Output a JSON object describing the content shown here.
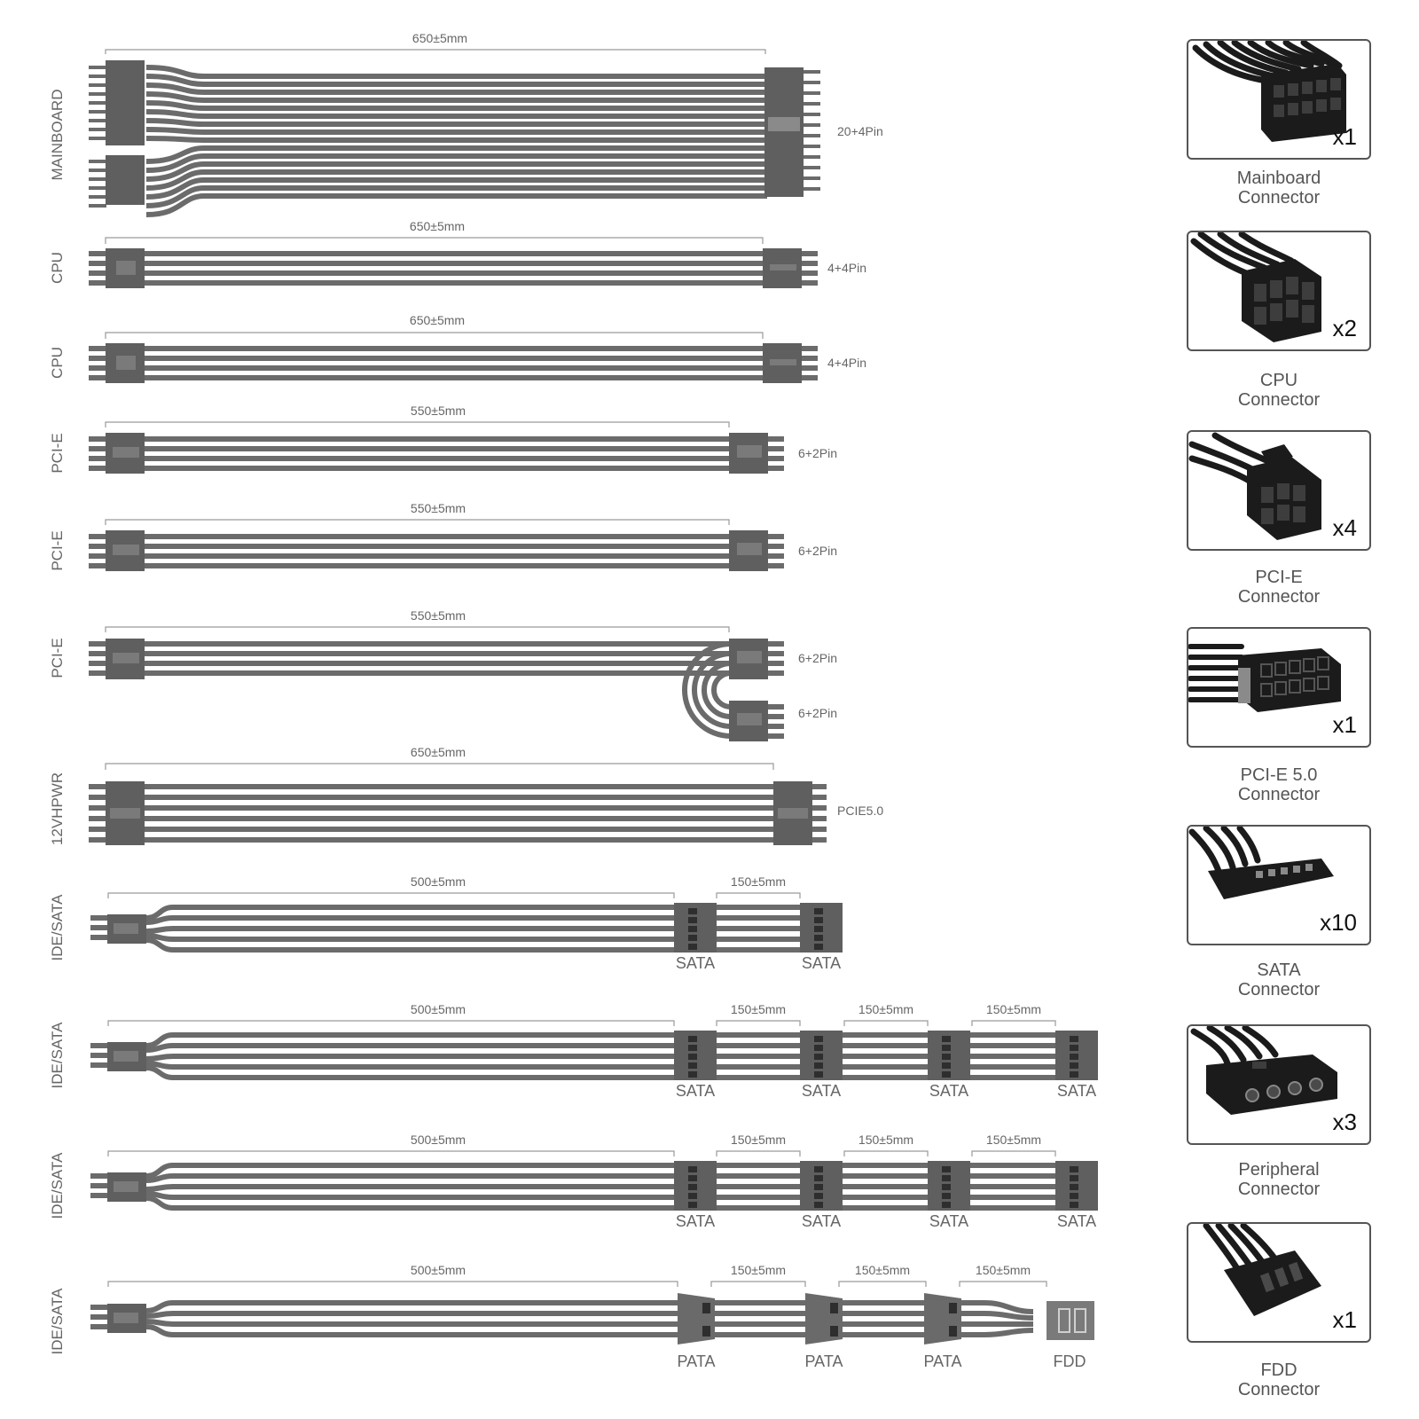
{
  "rows": [
    {
      "label": "MAINBOARD",
      "dims": [
        "650±5mm"
      ],
      "ends": [
        "20+4Pin"
      ]
    },
    {
      "label": "CPU",
      "dims": [
        "650±5mm"
      ],
      "ends": [
        "4+4Pin"
      ]
    },
    {
      "label": "CPU",
      "dims": [
        "650±5mm"
      ],
      "ends": [
        "4+4Pin"
      ]
    },
    {
      "label": "PCI-E",
      "dims": [
        "550±5mm"
      ],
      "ends": [
        "6+2Pin"
      ]
    },
    {
      "label": "PCI-E",
      "dims": [
        "550±5mm"
      ],
      "ends": [
        "6+2Pin"
      ]
    },
    {
      "label": "PCI-E",
      "dims": [
        "550±5mm"
      ],
      "ends": [
        "6+2Pin",
        "6+2Pin"
      ]
    },
    {
      "label": "12VHPWR",
      "dims": [
        "650±5mm"
      ],
      "ends": [
        "PCIE5.0"
      ]
    },
    {
      "label": "IDE/SATA",
      "dims": [
        "500±5mm",
        "150±5mm"
      ],
      "ends": [
        "SATA",
        "SATA"
      ]
    },
    {
      "label": "IDE/SATA",
      "dims": [
        "500±5mm",
        "150±5mm",
        "150±5mm",
        "150±5mm"
      ],
      "ends": [
        "SATA",
        "SATA",
        "SATA",
        "SATA"
      ]
    },
    {
      "label": "IDE/SATA",
      "dims": [
        "500±5mm",
        "150±5mm",
        "150±5mm",
        "150±5mm"
      ],
      "ends": [
        "SATA",
        "SATA",
        "SATA",
        "SATA"
      ]
    },
    {
      "label": "IDE/SATA",
      "dims": [
        "500±5mm",
        "150±5mm",
        "150±5mm",
        "150±5mm"
      ],
      "ends": [
        "PATA",
        "PATA",
        "PATA",
        "FDD"
      ]
    }
  ],
  "connectors": [
    {
      "qty": "x1",
      "name": "Mainboard",
      "sub": "Connector",
      "icon": "atx-24pin-connector-icon"
    },
    {
      "qty": "x2",
      "name": "CPU",
      "sub": "Connector",
      "icon": "cpu-8pin-connector-icon"
    },
    {
      "qty": "x4",
      "name": "PCI-E",
      "sub": "Connector",
      "icon": "pcie-8pin-connector-icon"
    },
    {
      "qty": "x1",
      "name": "PCI-E 5.0",
      "sub": "Connector",
      "icon": "pcie5-12vhpwr-connector-icon"
    },
    {
      "qty": "x10",
      "name": "SATA",
      "sub": "Connector",
      "icon": "sata-connector-icon"
    },
    {
      "qty": "x3",
      "name": "Peripheral",
      "sub": "Connector",
      "icon": "molex-connector-icon"
    },
    {
      "qty": "x1",
      "name": "FDD",
      "sub": "Connector",
      "icon": "fdd-connector-icon"
    }
  ],
  "colors": {
    "cable": "#6b6b6b",
    "plug": "#5f5f5f",
    "text": "#555555",
    "dimline": "#9a9a9a",
    "photo_dark": "#1b1b1b"
  }
}
